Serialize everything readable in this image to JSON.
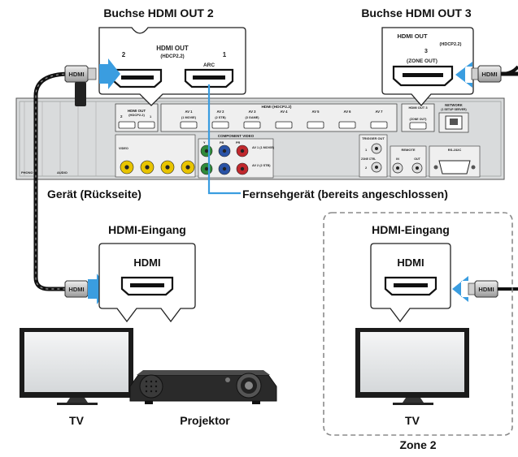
{
  "labels": {
    "out2_heading": "Buchse HDMI OUT 2",
    "out3_heading": "Buchse HDMI OUT 3",
    "device_rear": "Gerät (Rückseite)",
    "tv_connected": "Fernsehgerät (bereits angeschlossen)",
    "hdmi_input_left": "HDMI-Eingang",
    "hdmi_input_right": "HDMI-Eingang",
    "tv_left": "TV",
    "projector": "Projektor",
    "tv_right": "TV",
    "zone2": "Zone 2"
  },
  "callout_out2": {
    "title": "HDMI OUT",
    "subtitle": "(HDCP2.2)",
    "port_left_num": "2",
    "port_right_num": "1",
    "arc": "ARC"
  },
  "callout_out3": {
    "title": "HDMI OUT",
    "subtitle": "(HDCP2.2)",
    "num": "3",
    "zone_out": "(ZONE OUT)"
  },
  "callout_tv_left": {
    "label": "HDMI"
  },
  "callout_tv_right": {
    "label": "HDMI"
  },
  "plug_label": "HDMI",
  "panel": {
    "hdmi_out_small": "HDMI OUT",
    "hdcp_small": "(HDCP2.2)",
    "two": "2",
    "arc": "ARC",
    "one": "1",
    "hdmi_group": "HDMI (HDCP2.2)",
    "av_inputs": [
      "AV 1",
      "AV 2",
      "AV 3",
      "AV 4",
      "AV 5",
      "AV 6",
      "AV 7"
    ],
    "av_sub": [
      "(1 MOVIE)",
      "(2 STB)",
      "(3 GAME)"
    ],
    "hdmi_out3": "HDMI OUT 3",
    "zone_out": "(ZONE OUT)",
    "network": "NETWORK",
    "network_sub": "(1 SETUP SERVER)",
    "component": "COMPONENT VIDEO",
    "pb": "PB",
    "pr": "PR",
    "y": "Y",
    "av1_movie": "AV 1 (1 MOVIE)",
    "av2_stb": "AV 2 (2 STB)",
    "trigger": "TRIGGER OUT",
    "remote": "REMOTE",
    "in": "IN",
    "out": "OUT",
    "rs232c": "RS-232C",
    "video": "VIDEO",
    "phono": "PHONO",
    "audio": "AUDIO",
    "tr1": "1",
    "tr2": "2",
    "zone_ctrl": "ZONE CTRL"
  },
  "colors": {
    "arrow": "#3a9de0",
    "panel": "#d9dbdc",
    "panel_dark": "#9da0a2",
    "zone_dash": "#8a8a8a",
    "jack_yellow": "#e8c400",
    "jack_green": "#2f8a3a",
    "jack_blue": "#2a53a6",
    "jack_red": "#c0282d"
  }
}
